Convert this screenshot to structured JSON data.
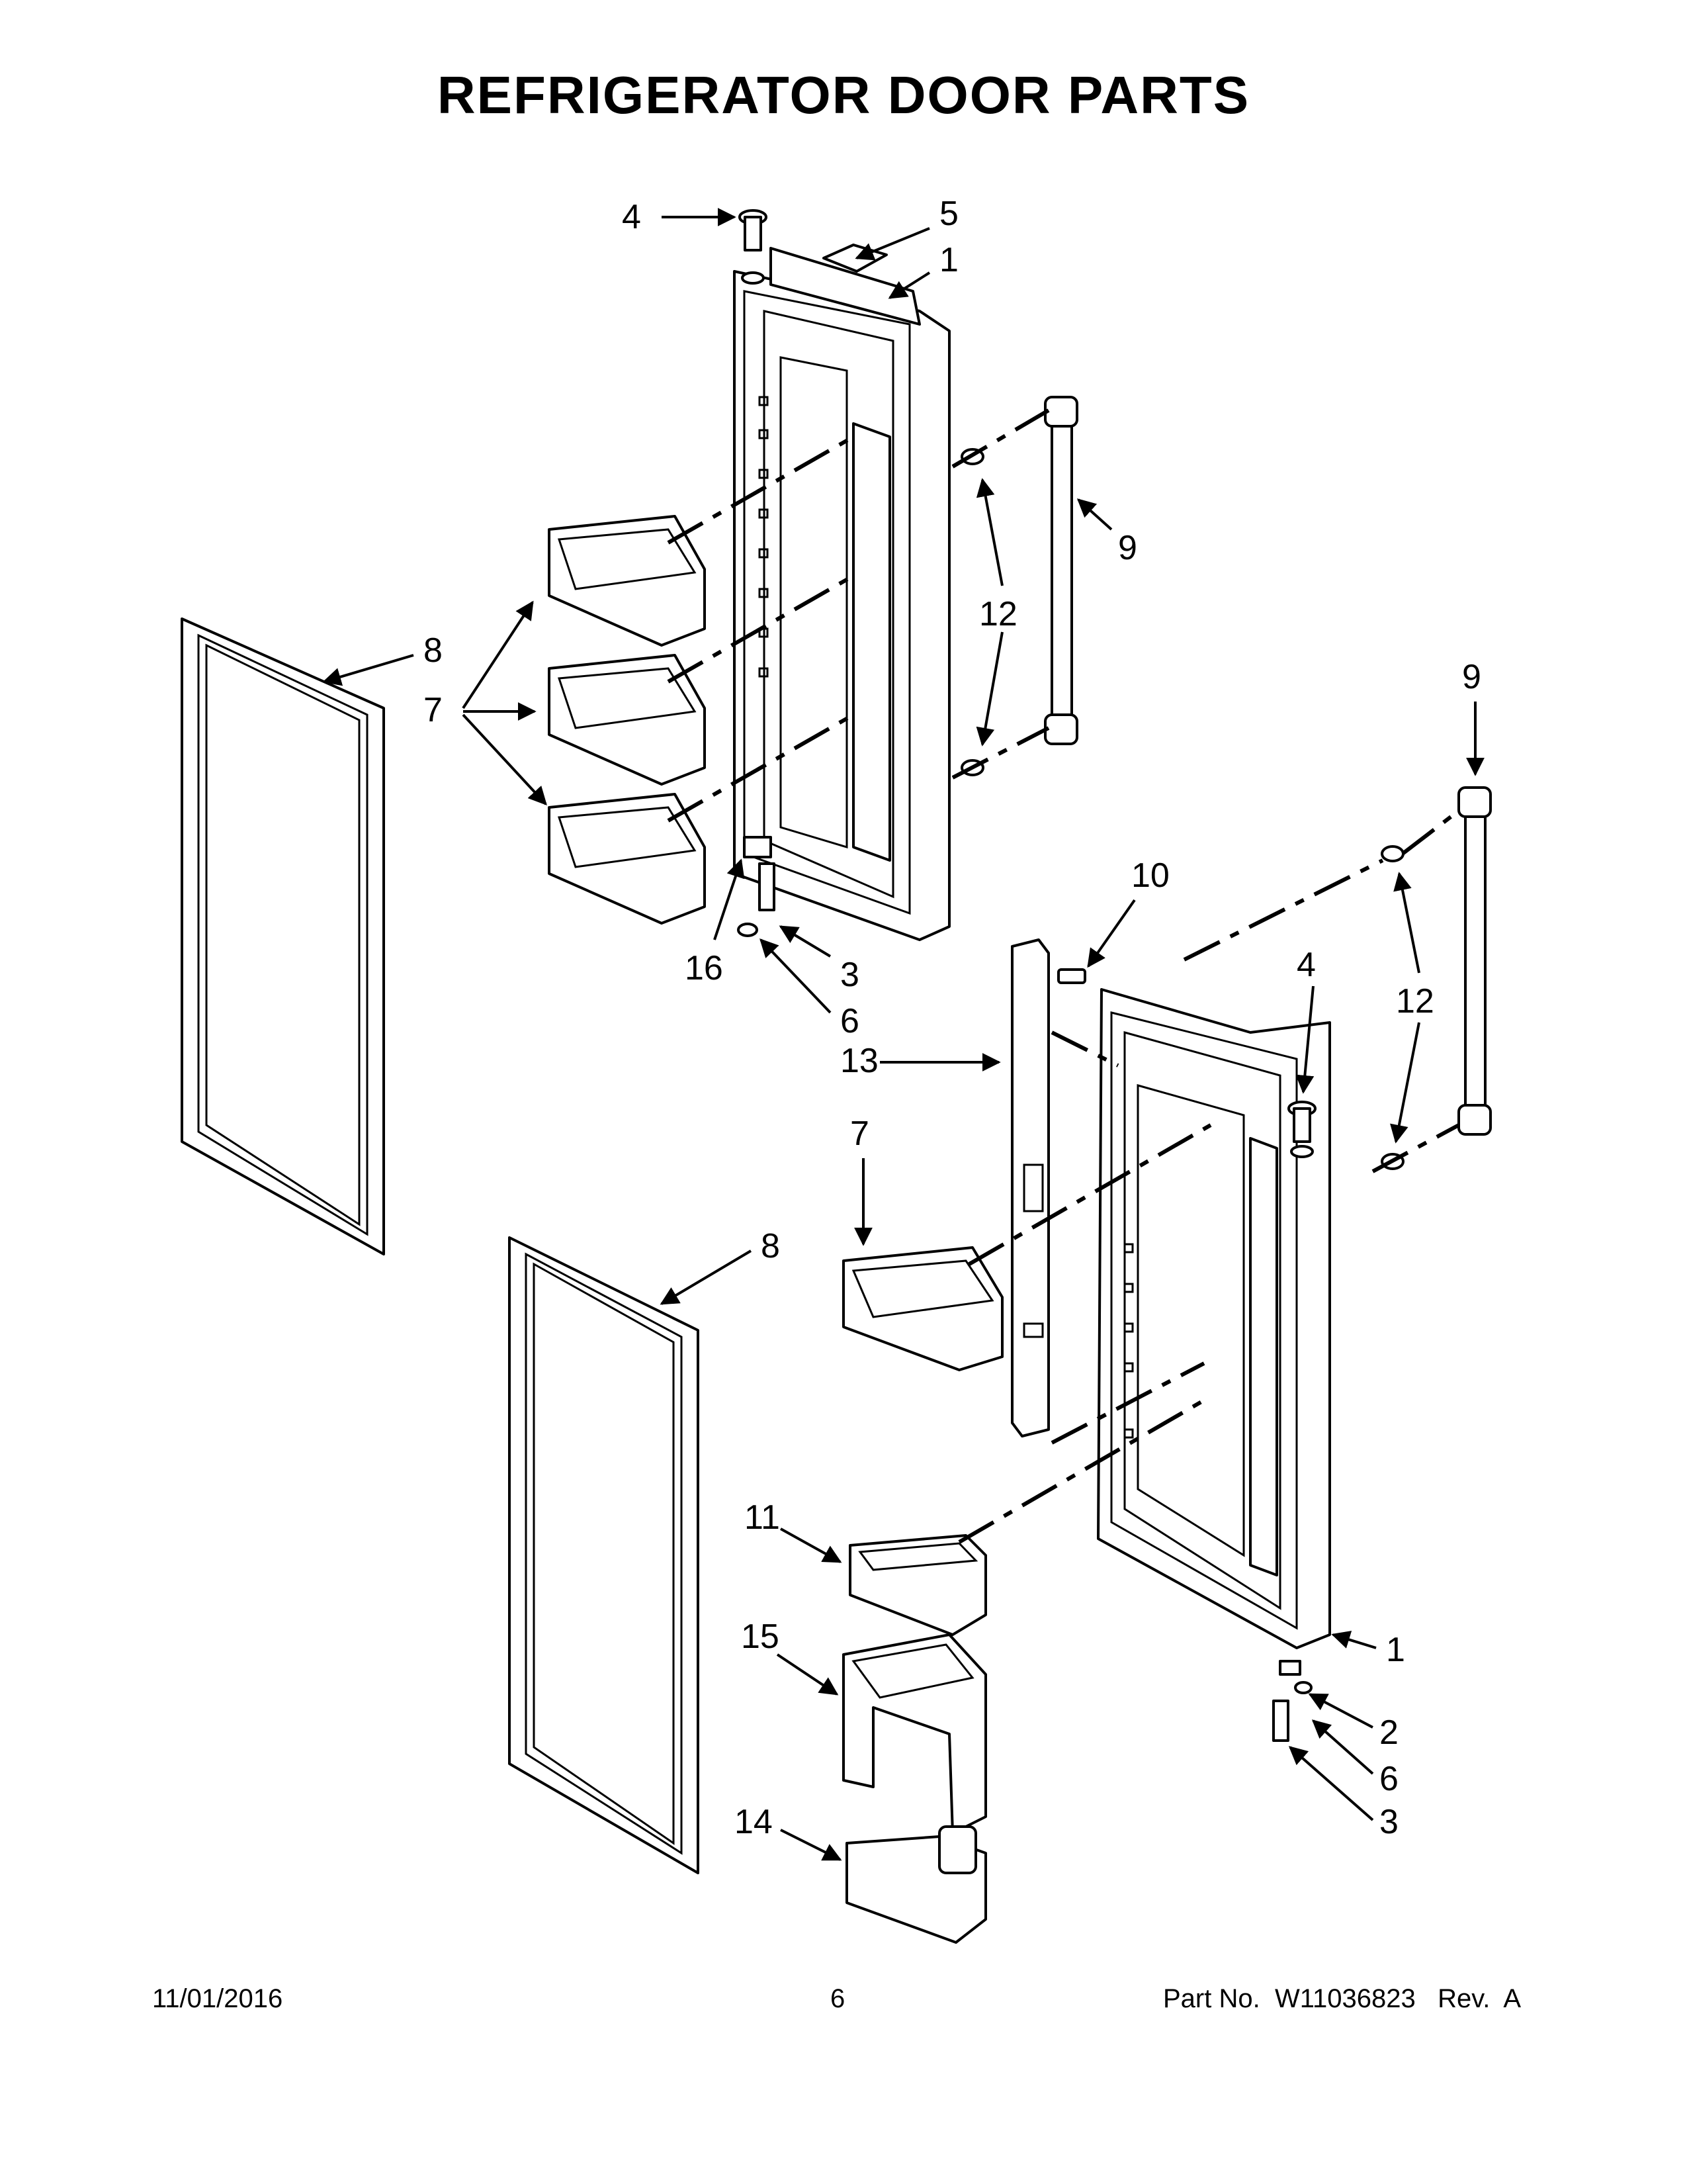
{
  "title": "REFRIGERATOR DOOR PARTS",
  "footer": {
    "date": "11/01/2016",
    "page": "6",
    "part_label": "Part No.",
    "part_number": "W11036823",
    "rev_label": "Rev.",
    "rev": "A"
  },
  "callouts": {
    "c1a": "1",
    "c1b": "1",
    "c2": "2",
    "c3a": "3",
    "c3b": "3",
    "c4a": "4",
    "c4b": "4",
    "c5": "5",
    "c6a": "6",
    "c6b": "6",
    "c7a": "7",
    "c7b": "7",
    "c8a": "8",
    "c8b": "8",
    "c9a": "9",
    "c9b": "9",
    "c10": "10",
    "c11": "11",
    "c12a": "12",
    "c12b": "12",
    "c13": "13",
    "c14": "14",
    "c15": "15",
    "c16": "16"
  }
}
